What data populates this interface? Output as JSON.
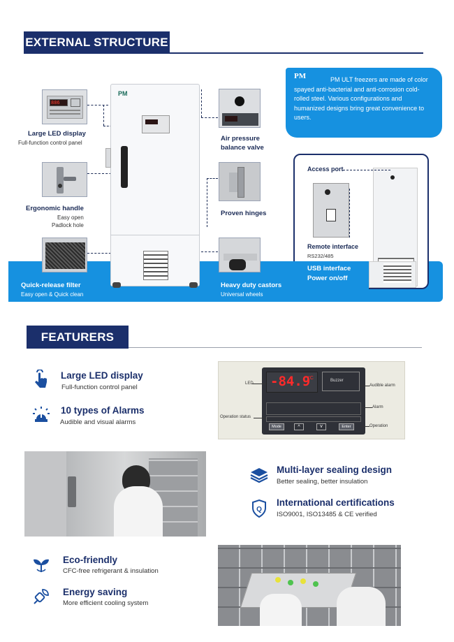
{
  "sections": {
    "external": "EXTERNAL STRUCTURE",
    "features": "FEATURERS"
  },
  "external": {
    "led": {
      "title": "Large LED display",
      "sub": "Full-function control panel"
    },
    "handle": {
      "title": "Ergonomic handle",
      "sub1": "Easy open",
      "sub2": "Padlock hole"
    },
    "filter": {
      "title": "Quick-release filter",
      "sub": "Easy open & Quick clean"
    },
    "valve": {
      "title1": "Air pressure",
      "title2": "balance valve"
    },
    "hinges": {
      "title": "Proven hinges"
    },
    "castors": {
      "title": "Heavy duty castors",
      "sub": "Universal wheels"
    },
    "logo": "PM",
    "info_logo": "PM",
    "info_text": "PM ULT freezers are made of color spayed anti-bacterial and anti-corrosion cold-rolled steel. Various configurations and humanized designs bring great convenience to users.",
    "access_port": "Access port",
    "remote": {
      "title": "Remote interface",
      "sub": "RS232/485"
    },
    "usb": "USB interface",
    "power": "Power on/off"
  },
  "features": {
    "led": {
      "title": "Large LED display",
      "sub": "Full-function control panel"
    },
    "alarms": {
      "title": "10 types of Alarms",
      "sub": "Audible and visual alarms"
    },
    "sealing": {
      "title": "Multi-layer sealing design",
      "sub": "Better sealing, better insulation"
    },
    "cert": {
      "title": "International certifications",
      "sub": "ISO9001, ISO13485 & CE verified"
    },
    "eco": {
      "title": "Eco-friendly",
      "sub": "CFC-free refrigerant & insulation"
    },
    "energy": {
      "title": "Energy saving",
      "sub": "More efficient cooling system"
    }
  },
  "panel": {
    "temp": "-84.9",
    "unit": "°C",
    "buzzer": "Buzzer",
    "led": "LED",
    "audible": "Audible alarm",
    "alarm": "Alarm",
    "op_status": "Operation status",
    "operation": "Operation",
    "mode": "Mode",
    "enter": "Enter"
  },
  "colors": {
    "navy": "#1b2f6b",
    "blue": "#1691e0"
  }
}
